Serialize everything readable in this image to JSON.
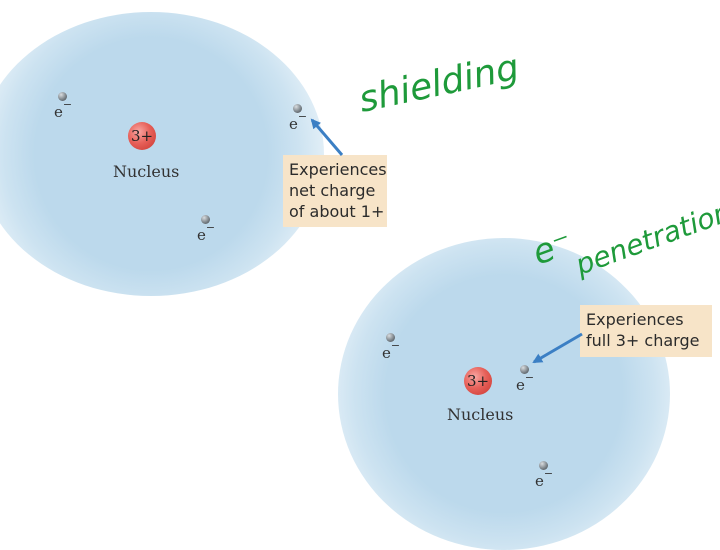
{
  "atom_top": {
    "nucleus_charge": "3+",
    "nucleus_label": "Nucleus",
    "electron_symbol": "e",
    "electron_charge": "−",
    "callout_lines": [
      "Experiences",
      "net charge",
      "of about 1+"
    ]
  },
  "atom_bottom": {
    "nucleus_charge": "3+",
    "nucleus_label": "Nucleus",
    "electron_symbol": "e",
    "electron_charge": "−",
    "callout_lines": [
      "Experiences",
      "full  3+ charge"
    ]
  },
  "annotations": {
    "shielding": "shielding",
    "penetration_prefix": "e⁻",
    "penetration": "penetration"
  },
  "colors": {
    "cloud": "#bcd9ec",
    "nucleus": "#e05a52",
    "callout_bg": "#f7e4c8",
    "arrow": "#3b7fc4",
    "handwriting": "#1e9a3a"
  }
}
